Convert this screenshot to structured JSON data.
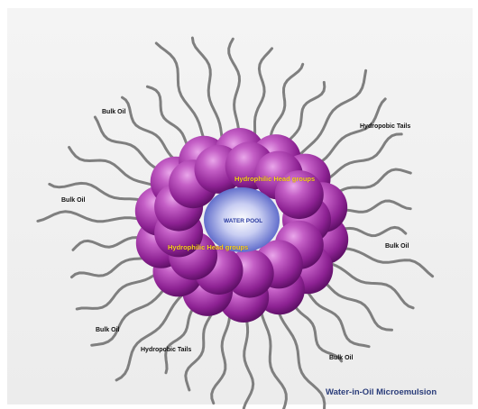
{
  "diagram": {
    "caption": "Water-in-Oil Microemulsion",
    "core_label": "WATER POOL",
    "head_labels": [
      "Hydrophilic Head groups",
      "Hydrophilic Head groups"
    ],
    "tail_labels": [
      "Hydropobic Tails",
      "Hydropobic Tails"
    ],
    "oil_labels": [
      "Bulk Oil",
      "Bulk Oil",
      "Bulk Oil",
      "Bulk Oil",
      "Bulk Oil"
    ]
  },
  "colors": {
    "head_group": "#9a2aa0",
    "head_group_highlight": "#d77bd8",
    "tail": "#7f7f7f",
    "water_pool": "#4d5bc4",
    "head_label": "#f6d21c",
    "caption": "#2b3d7a"
  }
}
